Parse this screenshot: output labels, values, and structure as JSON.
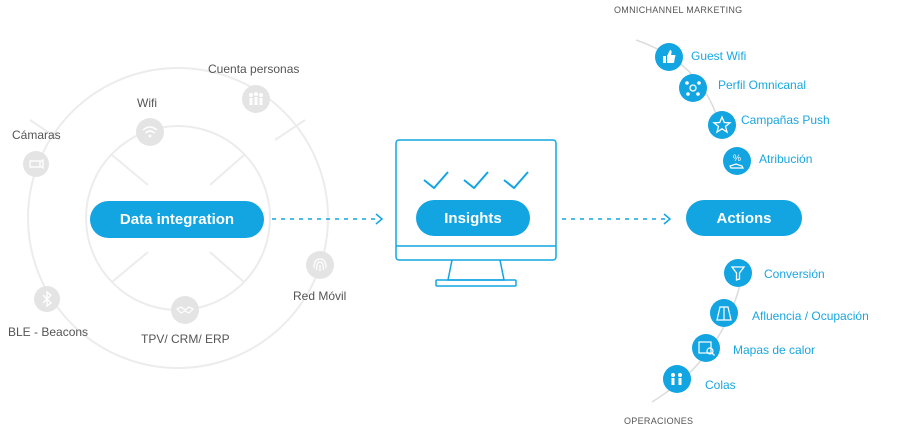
{
  "colors": {
    "accent": "#12a5e2",
    "source_gray": "#e4e4e4",
    "text_gray": "#555555"
  },
  "sources": [
    {
      "label": "Cámaras",
      "icon": "camera-icon"
    },
    {
      "label": "Wifi",
      "icon": "wifi-icon"
    },
    {
      "label": "Cuenta personas",
      "icon": "people-count-icon"
    },
    {
      "label": "Red Móvil",
      "icon": "fingerprint-icon"
    },
    {
      "label": "TPV/ CRM/ ERP",
      "icon": "handshake-icon"
    },
    {
      "label": "BLE - Beacons",
      "icon": "bluetooth-icon"
    }
  ],
  "stages": {
    "data_integration": "Data integration",
    "insights": "Insights",
    "actions": "Actions"
  },
  "sections": {
    "top": "OMNICHANNEL MARKETING",
    "bottom": "OPERACIONES"
  },
  "marketing_actions": [
    {
      "label": "Guest Wifi",
      "icon": "thumbs-up-icon"
    },
    {
      "label": "Perfil Omnicanal",
      "icon": "profile-network-icon"
    },
    {
      "label": "Campañas Push",
      "icon": "star-icon"
    },
    {
      "label": "Atribución",
      "icon": "percent-hand-icon"
    }
  ],
  "operations_actions": [
    {
      "label": "Conversión",
      "icon": "funnel-icon"
    },
    {
      "label": "Afluencia / Ocupación",
      "icon": "building-icon"
    },
    {
      "label": "Mapas de calor",
      "icon": "heatmap-icon"
    },
    {
      "label": "Colas",
      "icon": "queue-icon"
    }
  ]
}
